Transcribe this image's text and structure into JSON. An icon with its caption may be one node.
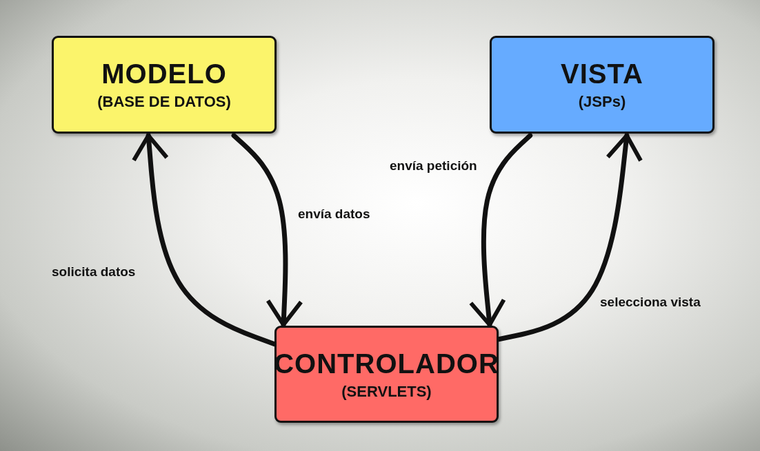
{
  "diagram": {
    "nodes": [
      {
        "text": [
          "MODELO",
          "(BASE DE DATOS)"
        ]
      },
      {
        "text": [
          "VISTA",
          "(JSPs)"
        ]
      },
      {
        "text": [
          "CONTROLADOR",
          "(SERVLETS)"
        ]
      }
    ],
    "edges": [
      {
        "from": 2,
        "to": 0,
        "arrow": "to",
        "label": "solicita datos"
      },
      {
        "from": 0,
        "to": 2,
        "arrow": "to",
        "label": "envía datos"
      },
      {
        "from": 1,
        "to": 2,
        "arrow": "to",
        "label": "envía petición"
      },
      {
        "from": 2,
        "to": 1,
        "arrow": "to",
        "label": "selecciona vista"
      }
    ]
  }
}
